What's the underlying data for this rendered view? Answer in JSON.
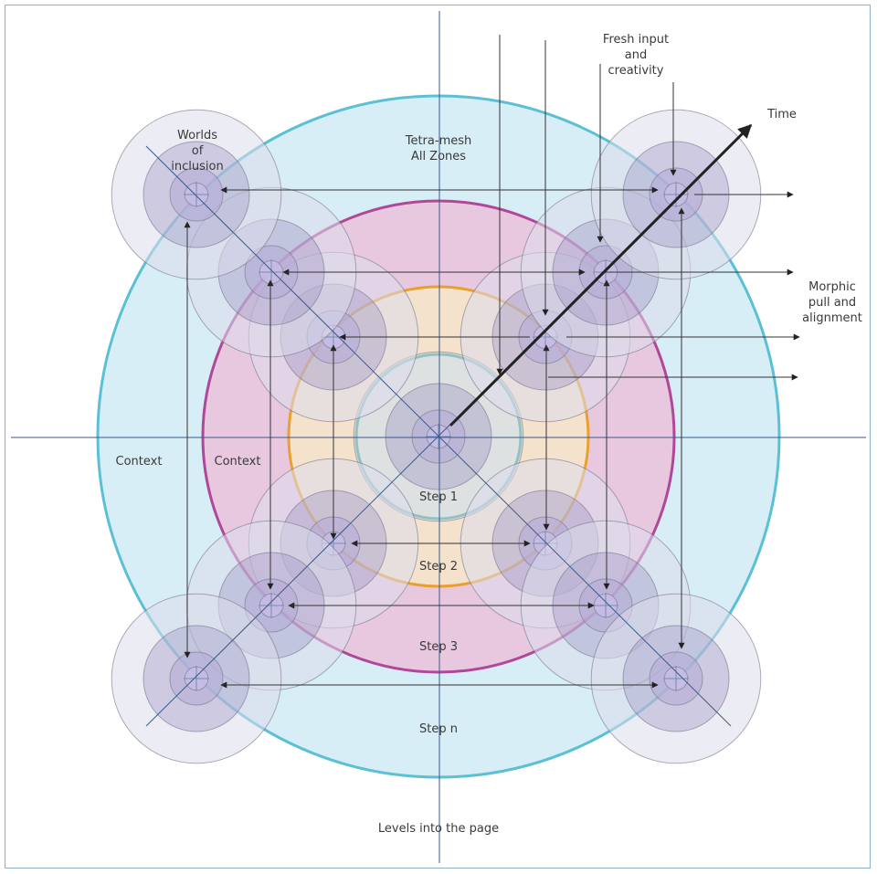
{
  "labels": {
    "fresh_input": "Fresh input\nand\ncreativity",
    "time": "Time",
    "worlds_of_inclusion": "Worlds\nof\ninclusion",
    "tetra_mesh": "Tetra-mesh\nAll Zones",
    "morphic": "Morphic\npull and\nalignment",
    "context_outer": "Context",
    "context_inner": "Context",
    "step_1": "Step 1",
    "step_2": "Step 2",
    "step_3": "Step 3",
    "step_n": "Step n",
    "levels": "Levels into the page"
  },
  "colors": {
    "outer_ring": "#5bc0d6",
    "outer_fill": "#d8eef6",
    "step3_ring": "#b0489a",
    "step3_fill": "#e8c8df",
    "step2_ring": "#e8a030",
    "step2_fill": "#f4dcc6",
    "step1_ring": "#3aa088",
    "step1_fill": "#d8e4d8",
    "node_fill": "#8a80b8",
    "axis_line": "#3a5a8a",
    "arrow": "#222222"
  }
}
